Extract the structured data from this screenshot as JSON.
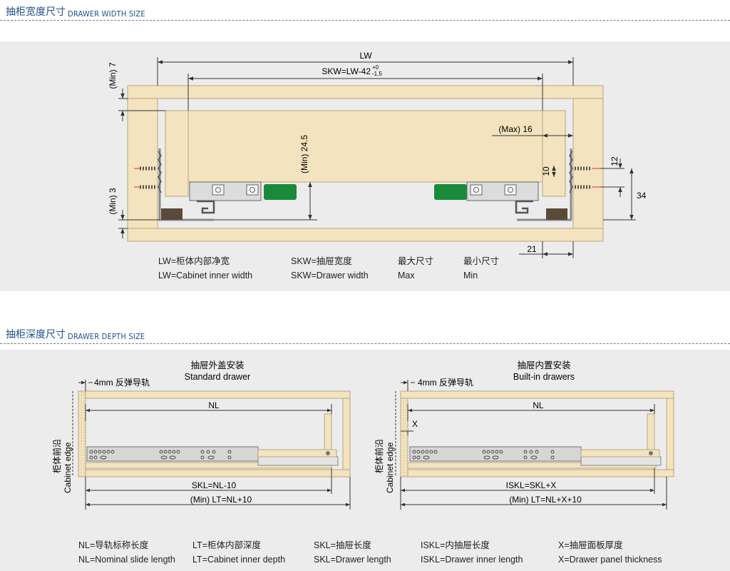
{
  "section1": {
    "title_cn": "抽柜宽度尺寸",
    "title_en": "DRAWER WIDTH SIZE",
    "dims": {
      "lw": "LW",
      "skw": "SKW=LW-42",
      "skw_tol_plus": "+0",
      "skw_tol_minus": "-1.5",
      "min7": "(Min) 7",
      "min3": "(Min) 3",
      "min245": "(Min) 24.5",
      "max16": "(Max) 16",
      "d10": "10",
      "d12": "12",
      "d34": "34",
      "d21": "21"
    },
    "legend": [
      {
        "cn": "LW=柜体内部净宽",
        "en": "LW=Cabinet inner width"
      },
      {
        "cn": "SKW=抽屉宽度",
        "en": "SKW=Drawer width"
      },
      {
        "cn": "最大尺寸",
        "en": "Max"
      },
      {
        "cn": "最小尺寸",
        "en": "Min"
      }
    ]
  },
  "section2": {
    "title_cn": "抽柜深度尺寸",
    "title_en": "DRAWER DEPTH SIZE",
    "left": {
      "title_cn": "抽屉外盖安装",
      "title_en": "Standard drawer",
      "rebound": "4mm 反弹导轨",
      "nl": "NL",
      "skl": "SKL=NL-10",
      "lt": "(Min) LT=NL+10",
      "edge_cn": "柜体前沿",
      "edge_en": "Cabinet edge"
    },
    "right": {
      "title_cn": "抽屉内置安装",
      "title_en": "Built-in drawers",
      "rebound": "4mm 反弹导轨",
      "x": "X",
      "nl": "NL",
      "skl": "ISKL=SKL+X",
      "lt": "(Min) LT=NL+X+10",
      "edge_cn": "柜体前沿",
      "edge_en": "Cabinet edge"
    },
    "legend": [
      {
        "cn": "NL=导轨标称长度",
        "en": "NL=Nominal slide length"
      },
      {
        "cn": "LT=柜体内部深度",
        "en": "LT=Cabinet inner depth"
      },
      {
        "cn": "SKL=抽屉长度",
        "en": "SKL=Drawer length"
      },
      {
        "cn": "ISKL=内抽屉长度",
        "en": "ISKL=Drawer inner length"
      },
      {
        "cn": "X=抽屉面板厚度",
        "en": "X=Drawer panel thickness"
      }
    ]
  },
  "colors": {
    "wood": "#f3e3be",
    "wood_edge": "#b9a680",
    "panel_bg": "#ececec",
    "heading": "#1f4e8c",
    "green": "#1a8a3a",
    "metal": "#d6d6d6"
  }
}
